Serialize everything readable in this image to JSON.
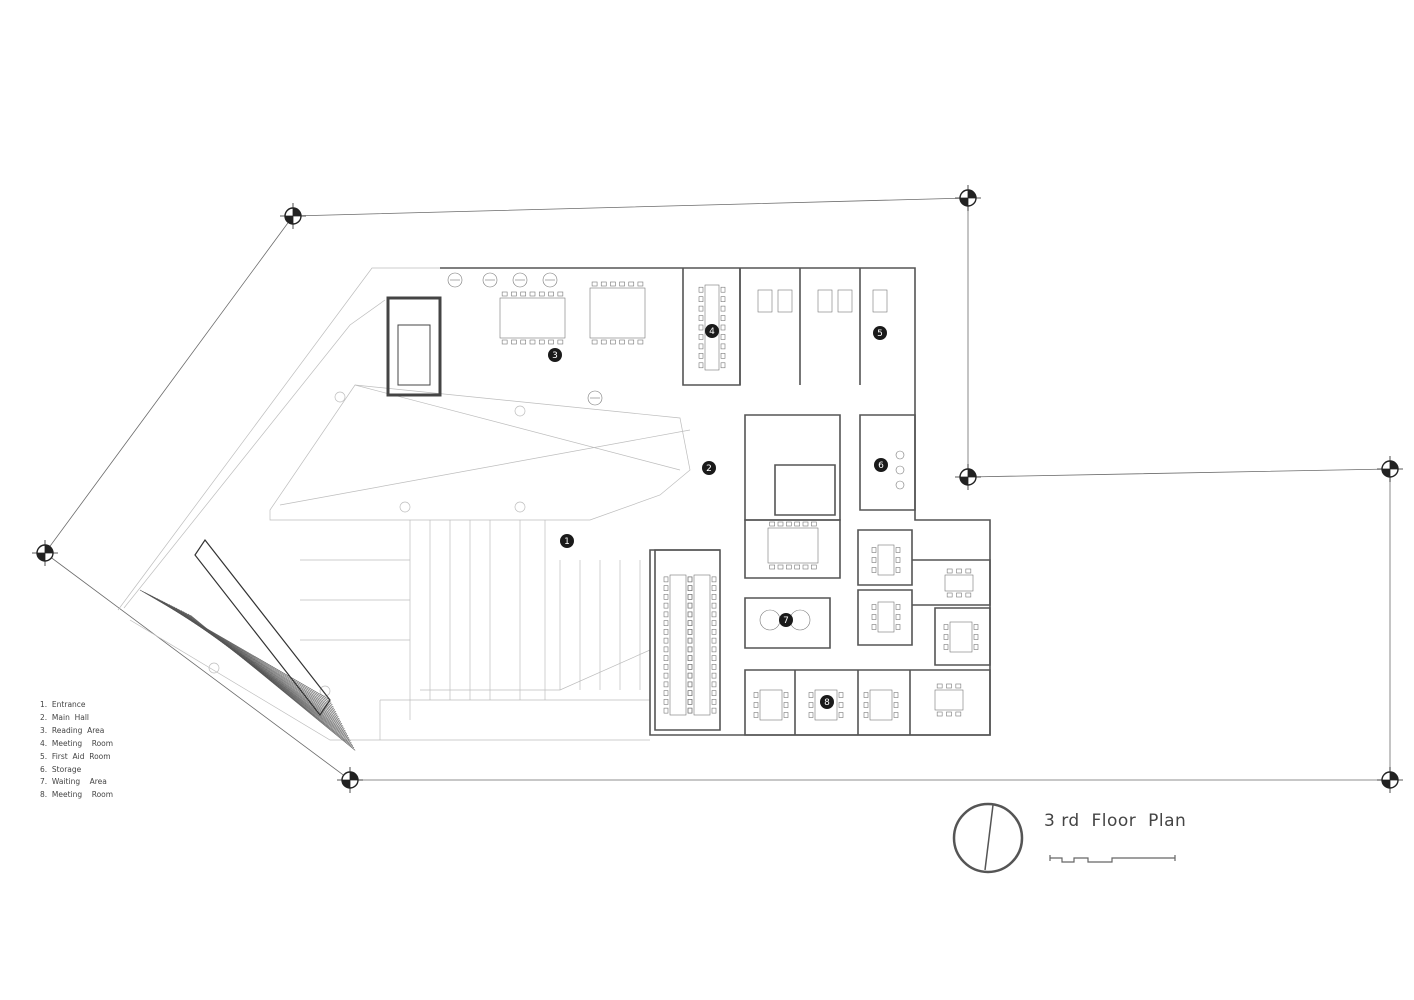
{
  "title": "3 rd  Floor  Plan",
  "legend": [
    "1.  Entrance",
    "2.  Main  Hall",
    "3.  Reading  Area",
    "4.  Meeting    Room",
    "5.  First  Aid  Room",
    "6.  Storage",
    "7.  Waiting    Area",
    "8.  Meeting    Room"
  ],
  "room_markers": [
    "1",
    "2",
    "3",
    "4",
    "5",
    "6",
    "7",
    "8"
  ],
  "colors": {
    "line": "#6b6b6b",
    "light_line": "#b8b8b8",
    "wall": "#555555",
    "badge": "#1a1a1a"
  },
  "icons": {
    "north_arrow": "north-arrow-icon",
    "scale_bar": "scale-bar-icon",
    "grid_marker": "grid-marker-icon"
  }
}
